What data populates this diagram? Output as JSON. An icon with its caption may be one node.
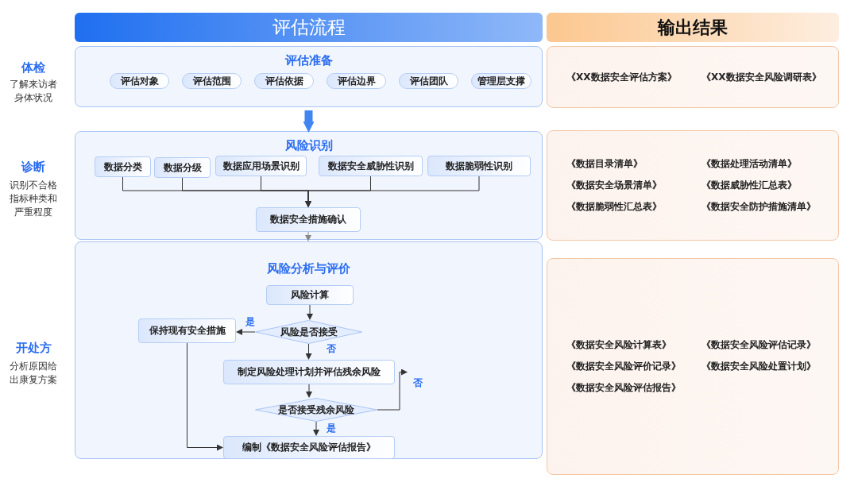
{
  "diagram": {
    "nodes": [
      {
        "text": [
          "评估流程"
        ]
      },
      {
        "text": [
          "输出结果"
        ]
      },
      {
        "text": [
          "评估准备"
        ]
      },
      {
        "text": [
          "评估对象"
        ],
        "in": 2
      },
      {
        "text": [
          "评估范围"
        ],
        "in": 2
      },
      {
        "text": [
          "评估依据"
        ],
        "in": 2
      },
      {
        "text": [
          "评估边界"
        ],
        "in": 2
      },
      {
        "text": [
          "评估团队"
        ],
        "in": 2
      },
      {
        "text": [
          "管理层支撑"
        ],
        "in": 2
      },
      {
        "text": [
          "风险识别"
        ]
      },
      {
        "text": [
          "数据分类"
        ],
        "in": 9
      },
      {
        "text": [
          "数据分级"
        ],
        "in": 9
      },
      {
        "text": [
          "数据应用场景识别"
        ],
        "in": 9
      },
      {
        "text": [
          "数据安全威胁性识别"
        ],
        "in": 9
      },
      {
        "text": [
          "数据脆弱性识别"
        ],
        "in": 9
      },
      {
        "text": [
          "数据安全措施确认"
        ],
        "in": 9
      },
      {
        "text": [
          "风险分析与评价"
        ]
      },
      {
        "text": [
          "风险计算"
        ],
        "in": 16
      },
      {
        "text": [
          "保持现有安全措施"
        ],
        "in": 16
      },
      {
        "text": [
          "风险是否接受"
        ],
        "in": 16
      },
      {
        "text": [
          "制定风险处理计划并评估残余风险"
        ],
        "in": 16
      },
      {
        "text": [
          "是否接受残余风险"
        ],
        "in": 16
      },
      {
        "text": [
          "编制《数据安全风险评估报告》"
        ],
        "in": 16
      },
      {
        "text": [
          "《XX数据安全评估方案》",
          "《XX数据安全风险调研表》"
        ]
      },
      {
        "text": [
          "《数据目录清单》",
          "《数据处理活动清单》",
          "《数据安全场景清单》",
          "《数据威胁性汇总表》",
          "《数据脆弱性汇总表》",
          "《数据安全防护措施清单》"
        ]
      },
      {
        "text": [
          "《数据安全风险计算表》",
          "《数据安全风险评估记录》",
          "《数据安全风险评价记录》",
          "《数据安全风险处置计划》",
          "《数据安全风险评估报告》"
        ]
      }
    ],
    "edges": [
      {
        "from": 2,
        "to": 9,
        "arrow": "to",
        "style": "thick",
        "color": "#3f86f0"
      },
      {
        "from": 10,
        "to": 15,
        "arrow": "to"
      },
      {
        "from": 11,
        "to": 15,
        "arrow": "to"
      },
      {
        "from": 12,
        "to": 15,
        "arrow": "to"
      },
      {
        "from": 13,
        "to": 15,
        "arrow": "to"
      },
      {
        "from": 14,
        "to": 15,
        "arrow": "to"
      },
      {
        "from": 15,
        "to": 16,
        "arrow": "to",
        "color": "#888888"
      },
      {
        "from": 17,
        "to": 19,
        "arrow": "to"
      },
      {
        "from": 19,
        "to": 18,
        "arrow": "to",
        "label": "是"
      },
      {
        "from": 19,
        "to": 20,
        "arrow": "to",
        "label": "否"
      },
      {
        "from": 20,
        "to": 21,
        "arrow": "to"
      },
      {
        "from": 21,
        "to": 20,
        "arrow": "to",
        "label": "否"
      },
      {
        "from": 21,
        "to": 22,
        "arrow": "to",
        "label": "是"
      },
      {
        "from": 18,
        "to": 22,
        "arrow": "to"
      }
    ],
    "labels": [
      "体检",
      "了解来访者身体状况",
      "诊断",
      "识别不合格指标种类和严重程度",
      "开处方",
      "分析原因给出康复方案"
    ]
  }
}
